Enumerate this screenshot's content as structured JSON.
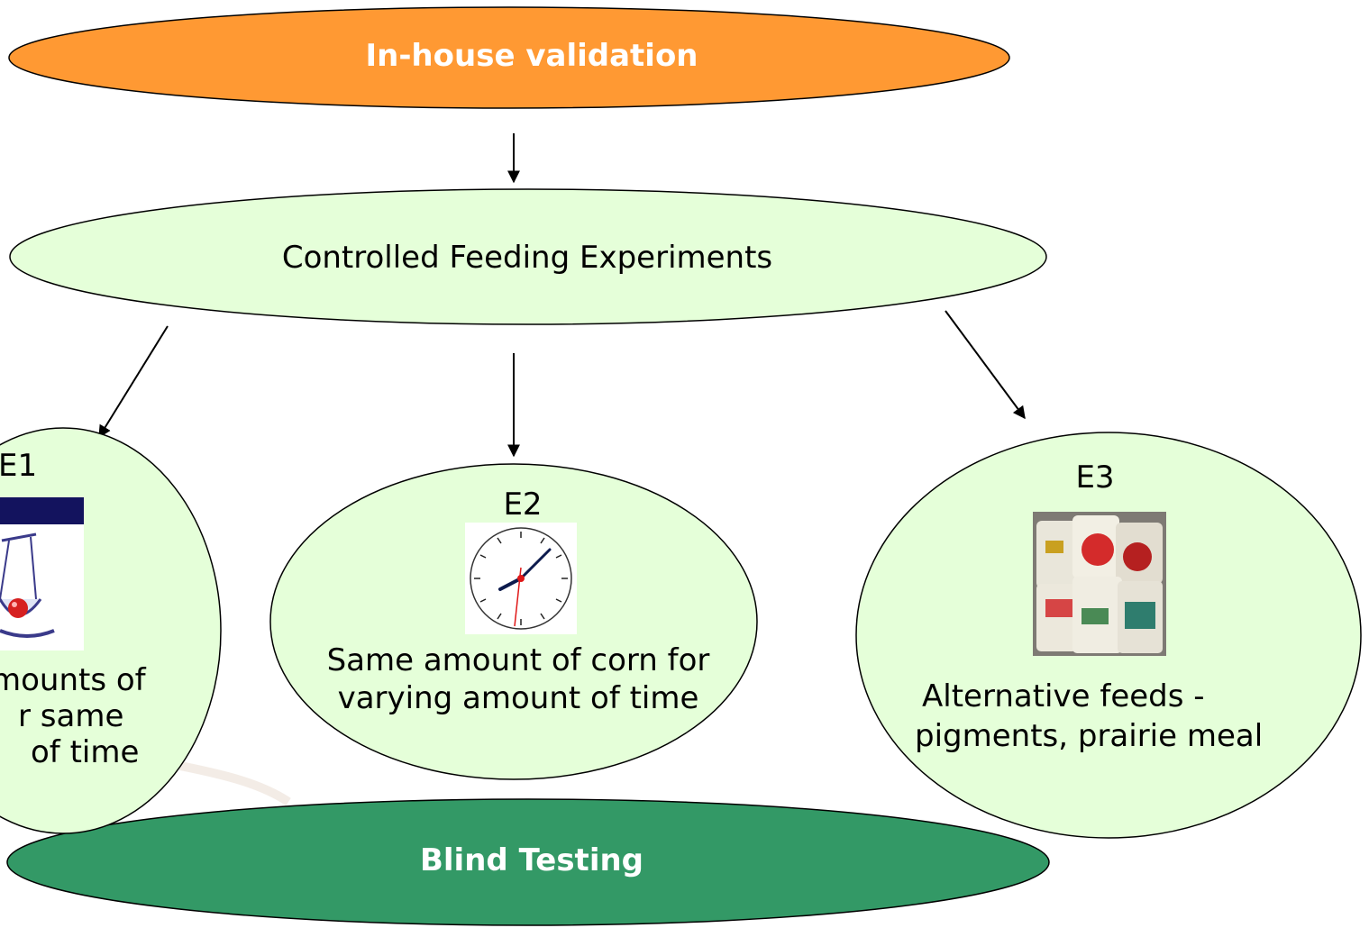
{
  "top": {
    "title": "In-house validation"
  },
  "middle": {
    "title": "Controlled Feeding Experiments"
  },
  "experiments": [
    {
      "id": "E1",
      "lines": [
        "mounts of",
        "r same",
        "of time"
      ]
    },
    {
      "id": "E2",
      "lines": [
        "Same amount of corn for",
        "varying amount of time"
      ]
    },
    {
      "id": "E3",
      "lines": [
        "Alternative feeds -",
        "pigments, prairie meal"
      ]
    }
  ],
  "bottom": {
    "title": "Blind Testing"
  },
  "colors": {
    "top_fill": "#ff9933",
    "bottom_fill": "#339966",
    "light_fill": "#e5ffd9",
    "stroke": "#000000"
  },
  "icons": [
    "balance-scale-icon",
    "clock-icon",
    "feed-bags-icon"
  ]
}
